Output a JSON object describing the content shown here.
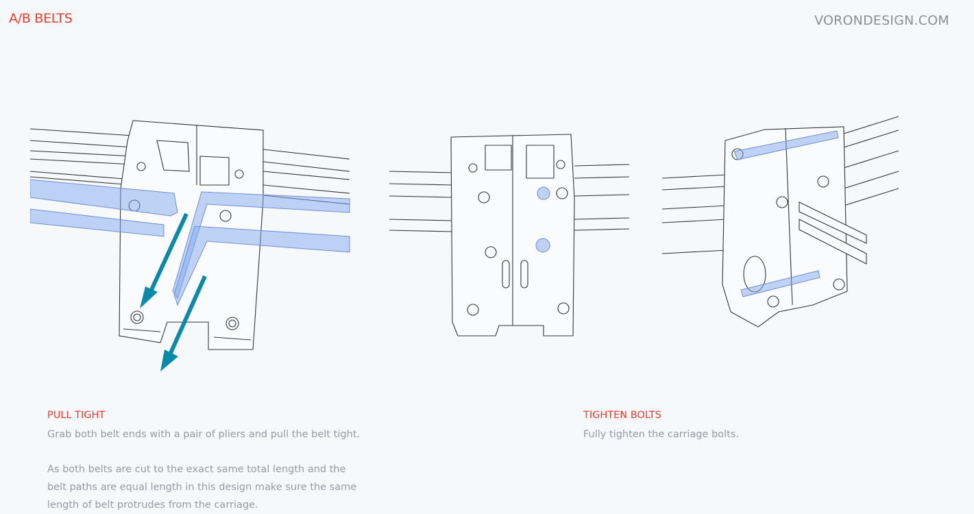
{
  "header": {
    "title": "A/B BELTS",
    "site": "VORONDESIGN.COM"
  },
  "steps": [
    {
      "heading": "PULL TIGHT",
      "paragraphs": [
        "Grab both belt ends with a pair of pliers and pull the belt tight.",
        "As both belts are cut to the exact same total length and the belt paths are equal length in this design make sure the same length of belt protrudes from the carriage."
      ]
    },
    {
      "heading": "TIGHTEN BOLTS",
      "paragraphs": [
        "Fully tighten the carriage bolts."
      ]
    }
  ],
  "colors": {
    "accent": "#f2392c",
    "belt_highlight": "#82aaf0",
    "arrow": "#0a8aa8",
    "text": "#9a98a2"
  }
}
